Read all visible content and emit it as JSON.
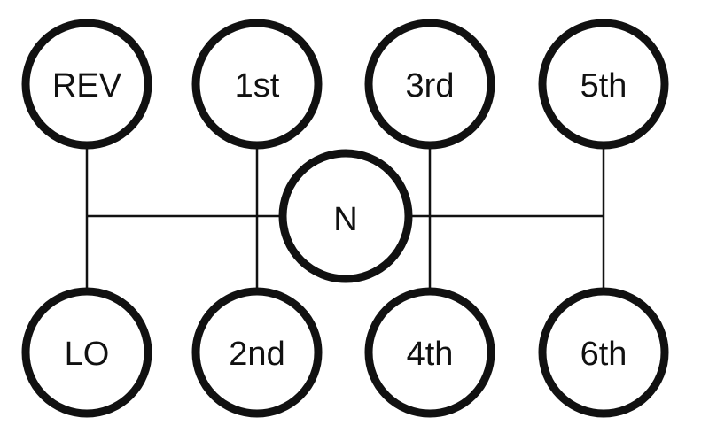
{
  "diagram": {
    "gears": {
      "rev": "REV",
      "first": "1st",
      "third": "3rd",
      "fifth": "5th",
      "neutral": "N",
      "lo": "LO",
      "second": "2nd",
      "fourth": "4th",
      "sixth": "6th"
    }
  }
}
